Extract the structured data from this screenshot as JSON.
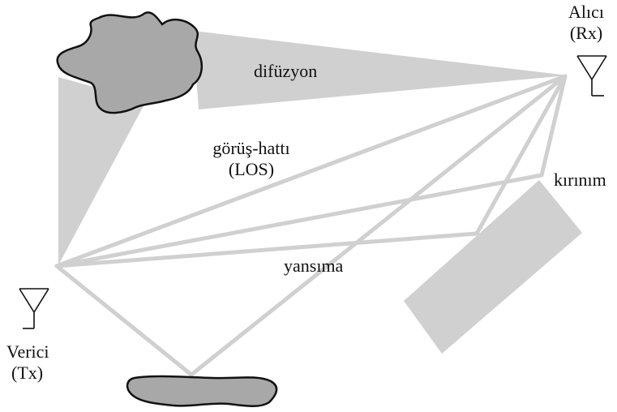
{
  "labels": {
    "receiver_line1": "Alıcı",
    "receiver_line2": "(Rx)",
    "transmitter_line1": "Verici",
    "transmitter_line2": "(Tx)",
    "diffusion": "difüzyon",
    "los_line1": "görüş-hattı",
    "los_line2": "(LOS)",
    "diffraction": "kırınım",
    "reflection": "yansıma"
  },
  "colors": {
    "path": "#d0d0d0",
    "obstacle_cloud": "#a8a8a8",
    "obstacle_outline": "#111111",
    "obstacle_block": "#d0d0d0",
    "antenna": "#111111",
    "text": "#111111"
  },
  "icons": {
    "receiver": "antenna-icon",
    "transmitter": "antenna-icon"
  }
}
